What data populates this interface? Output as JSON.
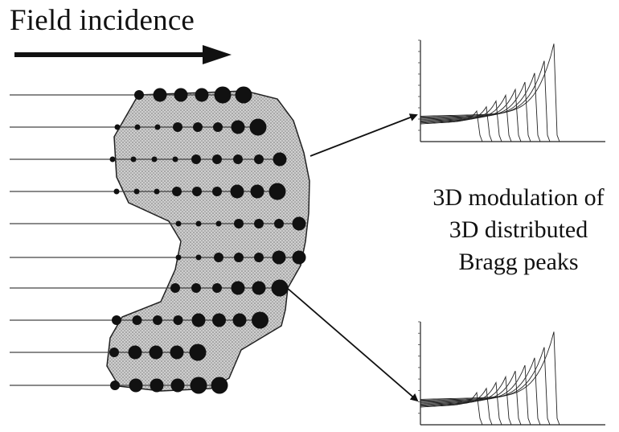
{
  "diagram": {
    "title": "Field incidence",
    "caption_lines": [
      "3D modulation of",
      "3D distributed",
      "Bragg peaks"
    ],
    "colors": {
      "ink": "#111111",
      "target_fill": "#d8d8d8",
      "line": "#333333"
    },
    "beam_rows": [
      {
        "spots": [
          2,
          3,
          3,
          3,
          4,
          4
        ]
      },
      {
        "spots": [
          1,
          1,
          1,
          2,
          2,
          2,
          3,
          4
        ]
      },
      {
        "spots": [
          1,
          1,
          1,
          1,
          2,
          2,
          2,
          2,
          3
        ]
      },
      {
        "spots": [
          1,
          1,
          1,
          2,
          2,
          2,
          3,
          3,
          4
        ]
      },
      {
        "spots": [
          1,
          1,
          1,
          2,
          2,
          2,
          3
        ]
      },
      {
        "spots": [
          1,
          1,
          2,
          2,
          2,
          3,
          3
        ]
      },
      {
        "spots": [
          2,
          2,
          2,
          3,
          3,
          4
        ]
      },
      {
        "spots": [
          2,
          2,
          2,
          2,
          3,
          3,
          3,
          4
        ]
      },
      {
        "spots": [
          2,
          3,
          3,
          3,
          4
        ]
      },
      {
        "spots": [
          2,
          3,
          3,
          3,
          4,
          4
        ]
      }
    ],
    "bragg_plot_top": {
      "peak_count": 9
    },
    "bragg_plot_bottom": {
      "peak_count": 9
    }
  }
}
